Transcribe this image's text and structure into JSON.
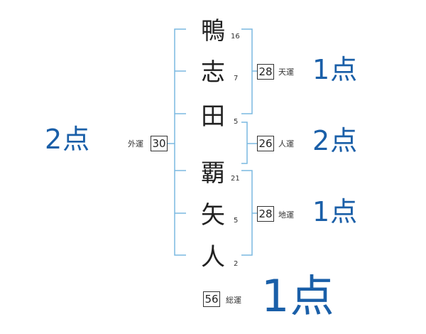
{
  "name": {
    "chars": [
      {
        "char": "鴨",
        "strokes": "16"
      },
      {
        "char": "志",
        "strokes": "7"
      },
      {
        "char": "田",
        "strokes": "5"
      },
      {
        "char": "覇",
        "strokes": "21"
      },
      {
        "char": "矢",
        "strokes": "5"
      },
      {
        "char": "人",
        "strokes": "2"
      }
    ]
  },
  "luck": {
    "gaiun": {
      "label": "外運",
      "value": "30",
      "score": "2点"
    },
    "tenun": {
      "label": "天運",
      "value": "28",
      "score": "1点"
    },
    "jinun": {
      "label": "人運",
      "value": "26",
      "score": "2点"
    },
    "chiun": {
      "label": "地運",
      "value": "28",
      "score": "1点"
    },
    "souun": {
      "label": "総運",
      "value": "56",
      "score": "1点"
    }
  },
  "colors": {
    "bracket": "#7ab8e0",
    "score": "#1a5fa8"
  }
}
